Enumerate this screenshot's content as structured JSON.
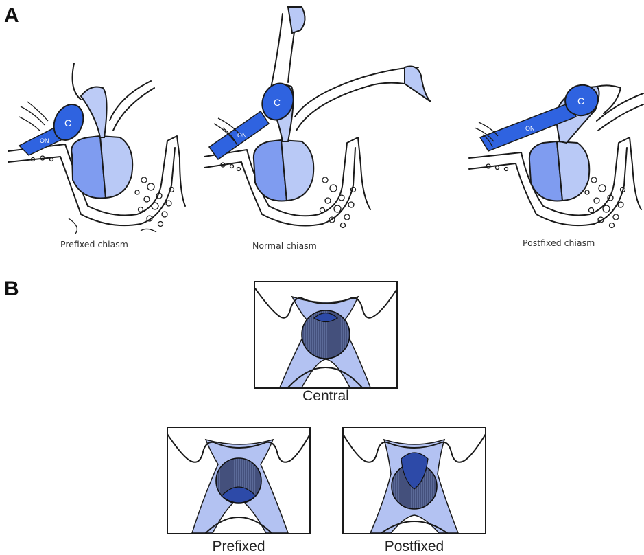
{
  "panel_a": {
    "letter": "A",
    "figures": [
      {
        "caption": "Prefixed chiasm",
        "chiasm_label": "C",
        "nerve_label": "ON"
      },
      {
        "caption": "Normal chiasm",
        "chiasm_label": "C",
        "nerve_label": "ON"
      },
      {
        "caption": "Postfixed chiasm",
        "chiasm_label": "C",
        "nerve_label": "ON"
      }
    ]
  },
  "panel_b": {
    "letter": "B",
    "figures": [
      {
        "caption": "Central"
      },
      {
        "caption": "Prefixed"
      },
      {
        "caption": "Postfixed"
      }
    ]
  },
  "colors": {
    "chiasm_blue": "#2f63e0",
    "gland_anterior": "#7f9cf0",
    "gland_posterior": "#b9c9f6",
    "x_shape": "#b3c2f2",
    "circle_hatched": "#4f5f90",
    "overlap_dark": "#2d4aa8"
  }
}
